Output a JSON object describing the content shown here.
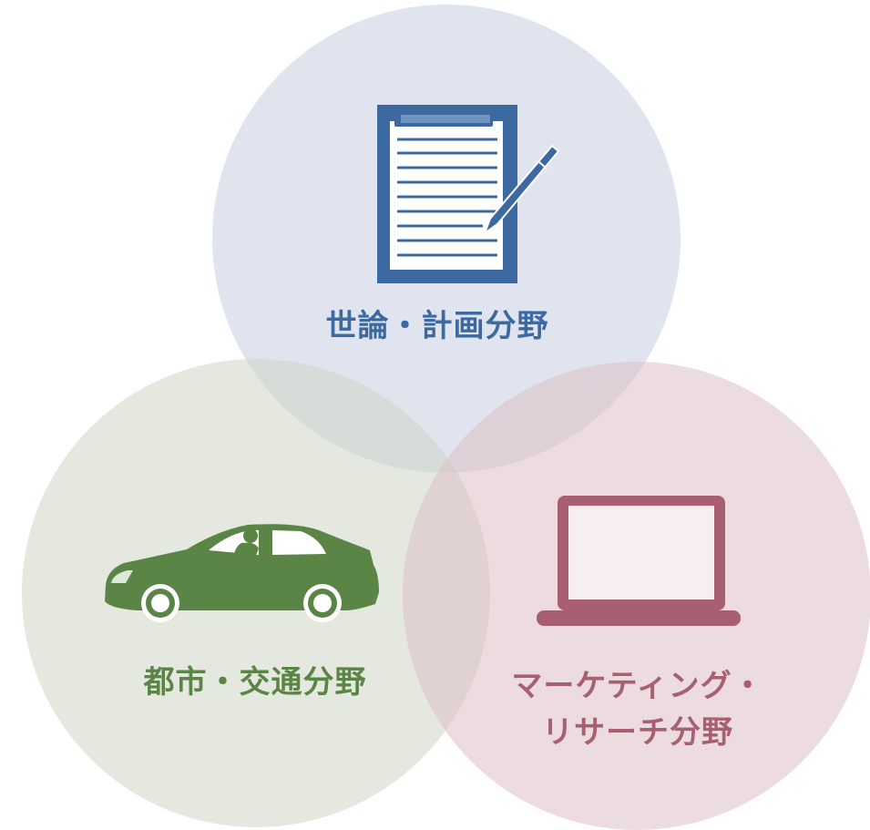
{
  "colors": {
    "top_circle": "#c5cde0",
    "left_circle": "#d3dace",
    "right_circle": "#e0c5c9",
    "top_accent": "#3c6aa0",
    "left_accent": "#5a8547",
    "right_accent": "#a85f71"
  },
  "areas": {
    "top": {
      "label": "世論・計画分野",
      "icon": "clipboard-pen-icon"
    },
    "left": {
      "label": "都市・交通分野",
      "icon": "car-icon"
    },
    "right": {
      "label_line1": "マーケティング・",
      "label_line2": "リサーチ分野",
      "icon": "laptop-icon"
    }
  }
}
